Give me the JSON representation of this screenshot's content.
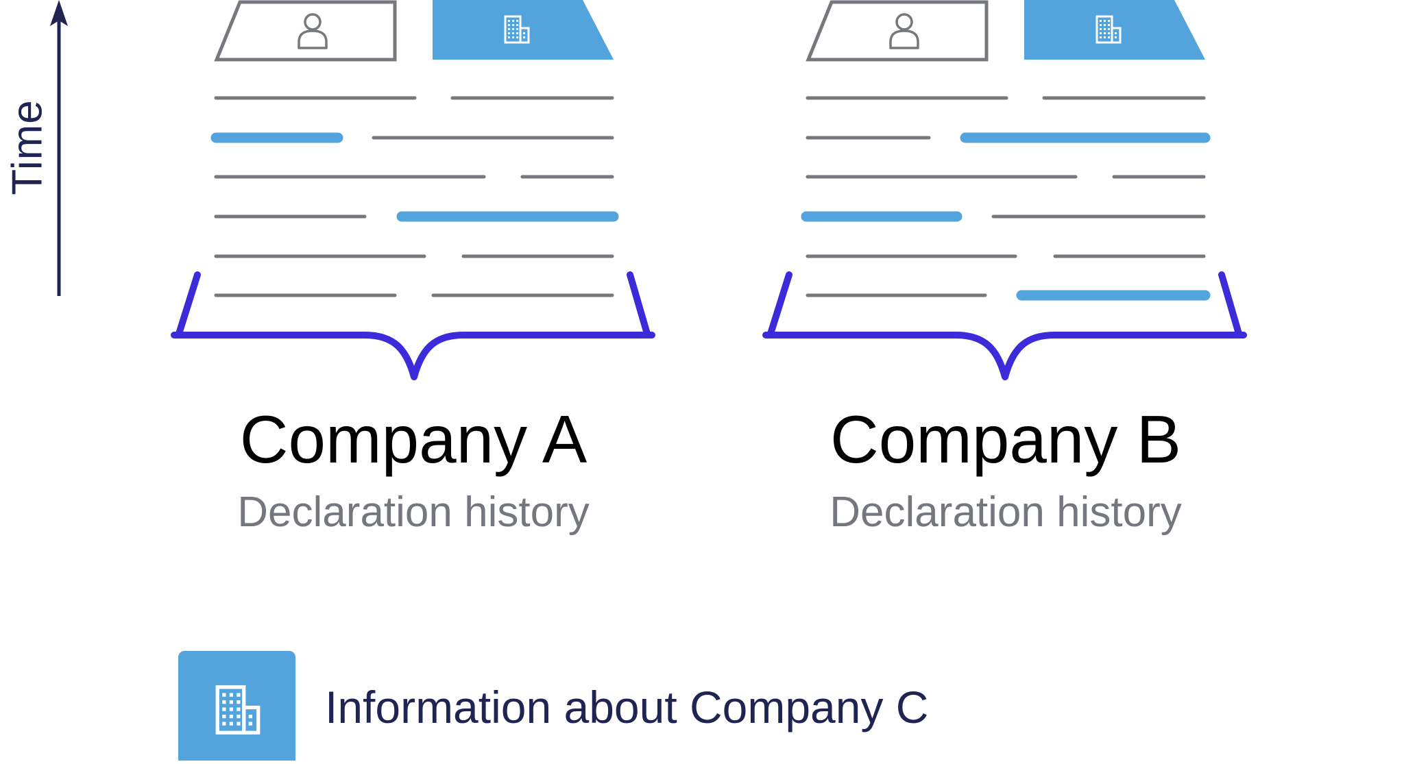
{
  "axis": {
    "label": "Time"
  },
  "companies": [
    {
      "title": "Company A",
      "subtitle": "Declaration history",
      "party_icon": "person-icon",
      "company_icon": "building-icon"
    },
    {
      "title": "Company B",
      "subtitle": "Declaration history",
      "party_icon": "person-icon",
      "company_icon": "building-icon"
    }
  ],
  "legend": {
    "icon": "building-icon",
    "label": "Information about Company C"
  },
  "colors": {
    "highlight_blue": "#53a3dc",
    "line_gray": "#75787c",
    "bracket_purple": "#3b2bd9",
    "axis_navy": "#1f2452",
    "text_black": "#000000",
    "subtitle_gray": "#74777c"
  }
}
